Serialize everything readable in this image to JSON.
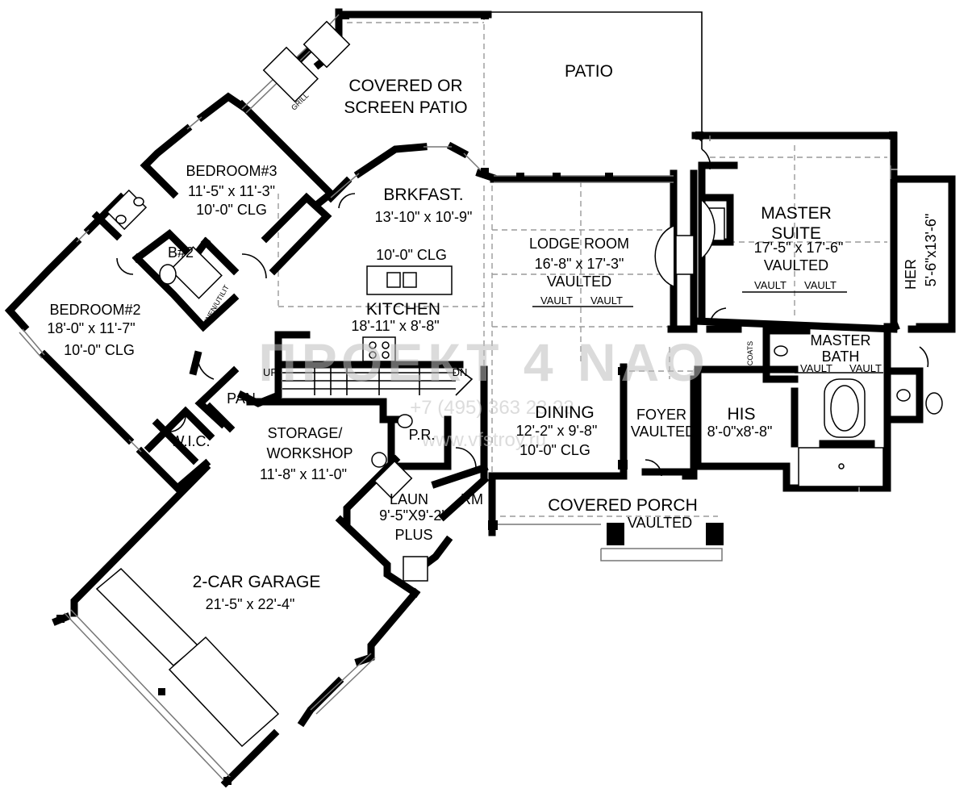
{
  "rooms": {
    "covered_patio": [
      "COVERED OR",
      "SCREEN PATIO"
    ],
    "patio": "PATIO",
    "bedroom3": [
      "BEDROOM#3",
      "11'-5\" x 11'-3\"",
      "10'-0\" CLG"
    ],
    "brkfast": [
      "BRKFAST.",
      "13'-10\" x 10'-9\""
    ],
    "lodge_room": [
      "LODGE ROOM",
      "16'-8\" x 17'-3\"",
      "VAULTED"
    ],
    "master_suite": [
      "MASTER",
      "SUITE",
      "17'-5\" x 17'-6\"",
      "VAULTED"
    ],
    "her": [
      "HER",
      "5'-6\"x13'-6\""
    ],
    "bath2": "B#2",
    "kitchen": [
      "10'-0\" CLG",
      "KITCHEN",
      "18'-11\" x 8'-8\""
    ],
    "bedroom2": [
      "BEDROOM#2",
      "18'-0\" x 11'-7\"",
      "10'-0\" CLG"
    ],
    "pan": "PAN",
    "wic": "W.I.C.",
    "storage": [
      "STORAGE/",
      "WORKSHOP",
      "11'-8\" x 11'-0\""
    ],
    "pr": "P.R.",
    "dining": [
      "DINING",
      "12'-2\" x 9'-8\"",
      "10'-0\" CLG"
    ],
    "foyer": [
      "FOYER",
      "VAULTED"
    ],
    "his": [
      "HIS",
      "8'-0\"x8'-8\""
    ],
    "master_bath": [
      "MASTER",
      "BATH"
    ],
    "laundry": [
      "LAUN",
      "RM",
      "9'-5\"X9'-2\"",
      "PLUS"
    ],
    "covered_porch": [
      "COVERED PORCH",
      "VAULTED"
    ],
    "garage": [
      "2-CAR GARAGE",
      "21'-5\" x 22'-4\""
    ]
  },
  "annotations": {
    "vault_left": "VAULT",
    "vault_right": "VAULT",
    "grill": "GRILL",
    "linen": "LINEN/UTILIT",
    "coats": "COATS",
    "up": "UP",
    "dn": "DN"
  },
  "watermark": {
    "brand": "ПРОЕКТ 4 NАО",
    "phone": "+7 (495) 363 23 23",
    "site": "www.vfstroy.ru"
  }
}
